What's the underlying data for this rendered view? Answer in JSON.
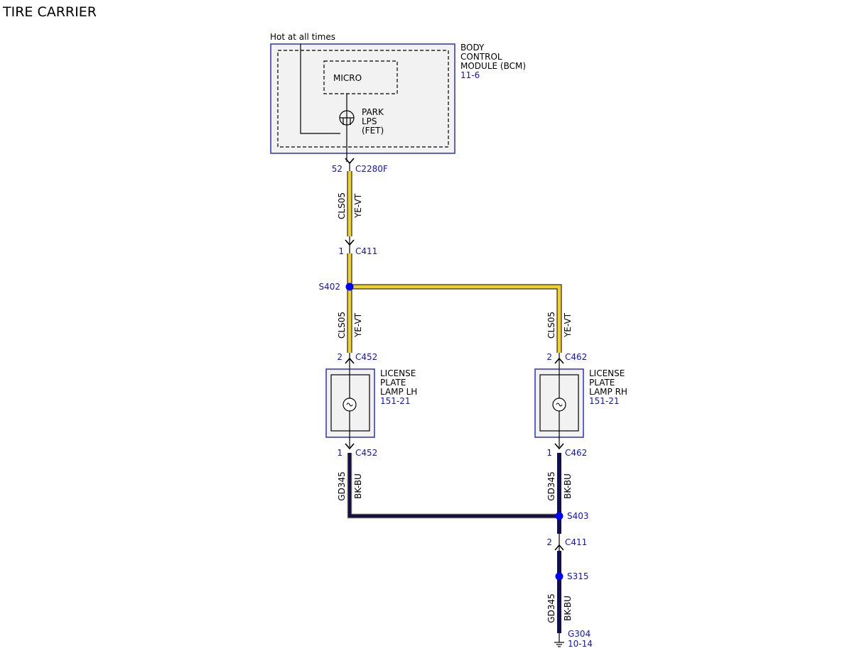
{
  "title": "TIRE CARRIER",
  "bcm": {
    "hot_label": "Hot at all times",
    "name_lines": [
      "BODY",
      "CONTROL",
      "MODULE (BCM)"
    ],
    "ref": "11-6",
    "micro": "MICRO",
    "fet_lines": [
      "PARK",
      "LPS",
      "(FET)"
    ]
  },
  "connectors": {
    "c2280f": {
      "pin": "52",
      "name": "C2280F"
    },
    "c411_top": {
      "pin": "1",
      "name": "C411"
    },
    "c452_in": {
      "pin": "2",
      "name": "C452"
    },
    "c462_in": {
      "pin": "2",
      "name": "C462"
    },
    "c452_out": {
      "pin": "1",
      "name": "C452"
    },
    "c462_out": {
      "pin": "1",
      "name": "C462"
    },
    "c411_bot": {
      "pin": "2",
      "name": "C411"
    }
  },
  "splices": {
    "s402": "S402",
    "s403": "S403",
    "s315": "S315"
  },
  "wires": {
    "power": {
      "circuit": "CLS05",
      "color": "YE-VT",
      "hex": "#f0d030"
    },
    "ground": {
      "circuit": "GD345",
      "color": "BK-BU",
      "hex": "#101050"
    }
  },
  "lamp_lh": {
    "name_lines": [
      "LICENSE",
      "PLATE",
      "LAMP LH"
    ],
    "ref": "151-21"
  },
  "lamp_rh": {
    "name_lines": [
      "LICENSE",
      "PLATE",
      "LAMP RH"
    ],
    "ref": "151-21"
  },
  "ground_point": {
    "name": "G304",
    "ref": "10-14"
  },
  "colors": {
    "accent_blue": "#1010d0",
    "splice_dot": "#0000ff",
    "module_border": "#3030c0",
    "module_fill": "#f2f2f2"
  }
}
